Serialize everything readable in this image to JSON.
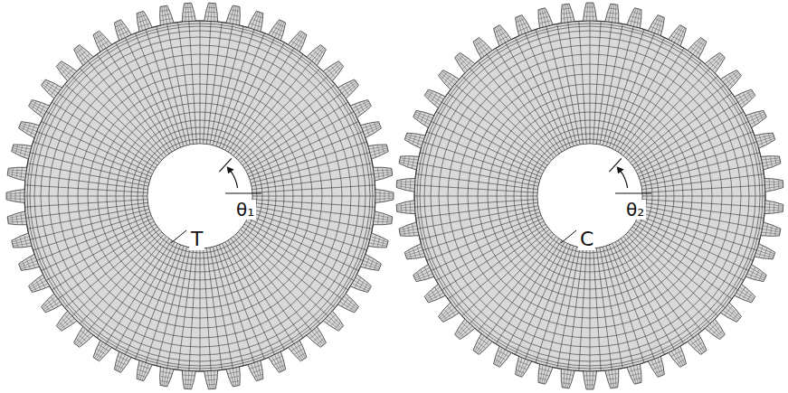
{
  "diagram": {
    "labels": [
      "T",
      "θ₁",
      "C",
      "θ₂"
    ]
  }
}
